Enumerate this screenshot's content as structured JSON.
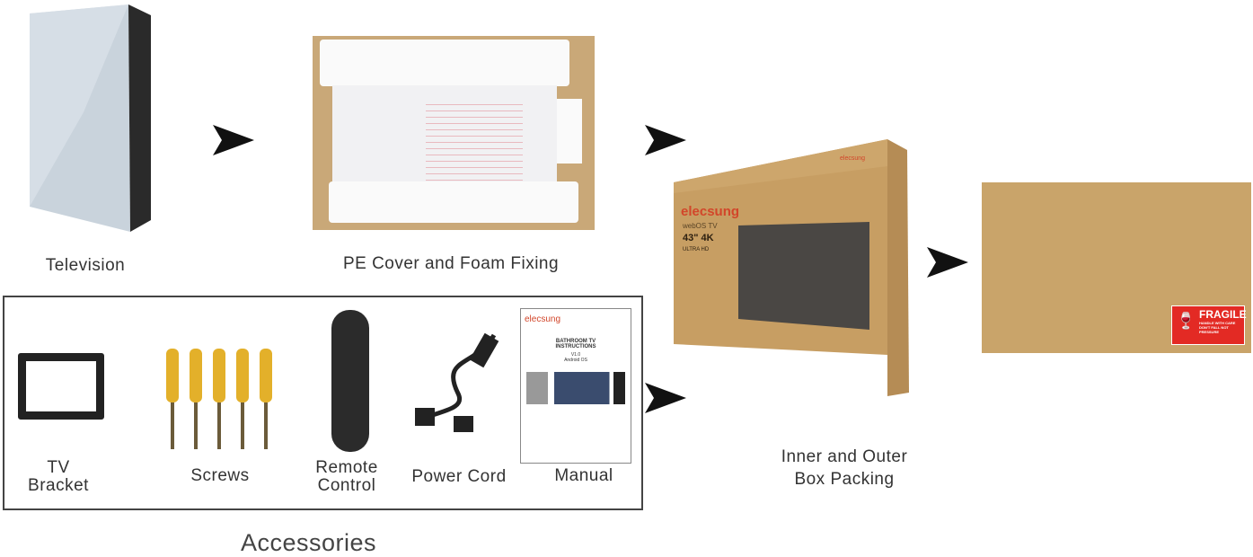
{
  "steps": [
    {
      "label": "Television"
    },
    {
      "label": "PE Cover and Foam Fixing"
    },
    {
      "label_line1": "Inner and Outer",
      "label_line2": "Box Packing"
    }
  ],
  "accessories": {
    "title": "Accessories",
    "items": [
      {
        "line1": "TV",
        "line2": "Bracket"
      },
      {
        "label": "Screws"
      },
      {
        "line1": "Remote",
        "line2": "Control"
      },
      {
        "label": "Power Cord"
      },
      {
        "label": "Manual"
      }
    ]
  },
  "manual_cover": {
    "brand": "elecsung",
    "title1": "BATHROOM TV",
    "title2": "INSTRUCTIONS",
    "version": "V1.0",
    "os": "Android OS"
  },
  "box_print": {
    "brand": "elecsung",
    "platform": "webOS TV",
    "size": "43\" 4K",
    "sub": "ULTRA HD"
  },
  "fragile_label": {
    "title": "FRAGILE",
    "line1": "HANDLE WITH CARE",
    "line2": "DON'T FALL NOT PRESSURE"
  },
  "colors": {
    "cardboard": "#c9a46a",
    "fragile": "#e32a24",
    "brand": "#d2462a"
  }
}
